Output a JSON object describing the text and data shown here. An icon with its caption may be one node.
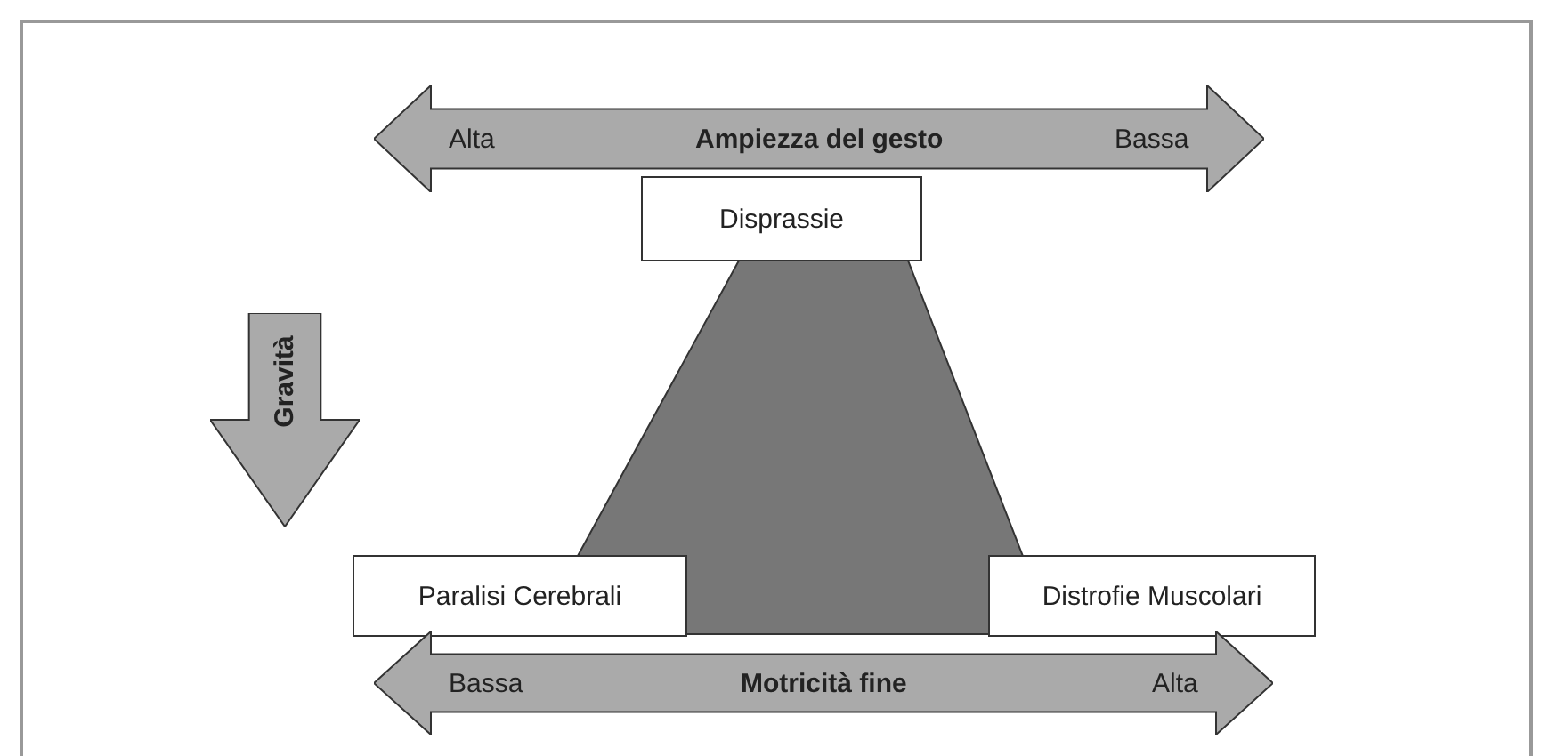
{
  "diagram": {
    "nodes": [
      {
        "text": [
          "Alta",
          "Ampiezza del gesto",
          "Bassa"
        ]
      },
      {
        "text": [
          "Gravità"
        ]
      },
      {
        "text": [
          "Disprassie"
        ]
      },
      {
        "text": [
          "Paralisi Cerebrali"
        ]
      },
      {
        "text": [
          "Distrofie Muscolari"
        ]
      },
      {
        "text": [
          "Bassa",
          "Motricità fine",
          "Alta"
        ]
      },
      {
        "text": [],
        "shape": "trapezoid"
      }
    ],
    "edges": []
  }
}
